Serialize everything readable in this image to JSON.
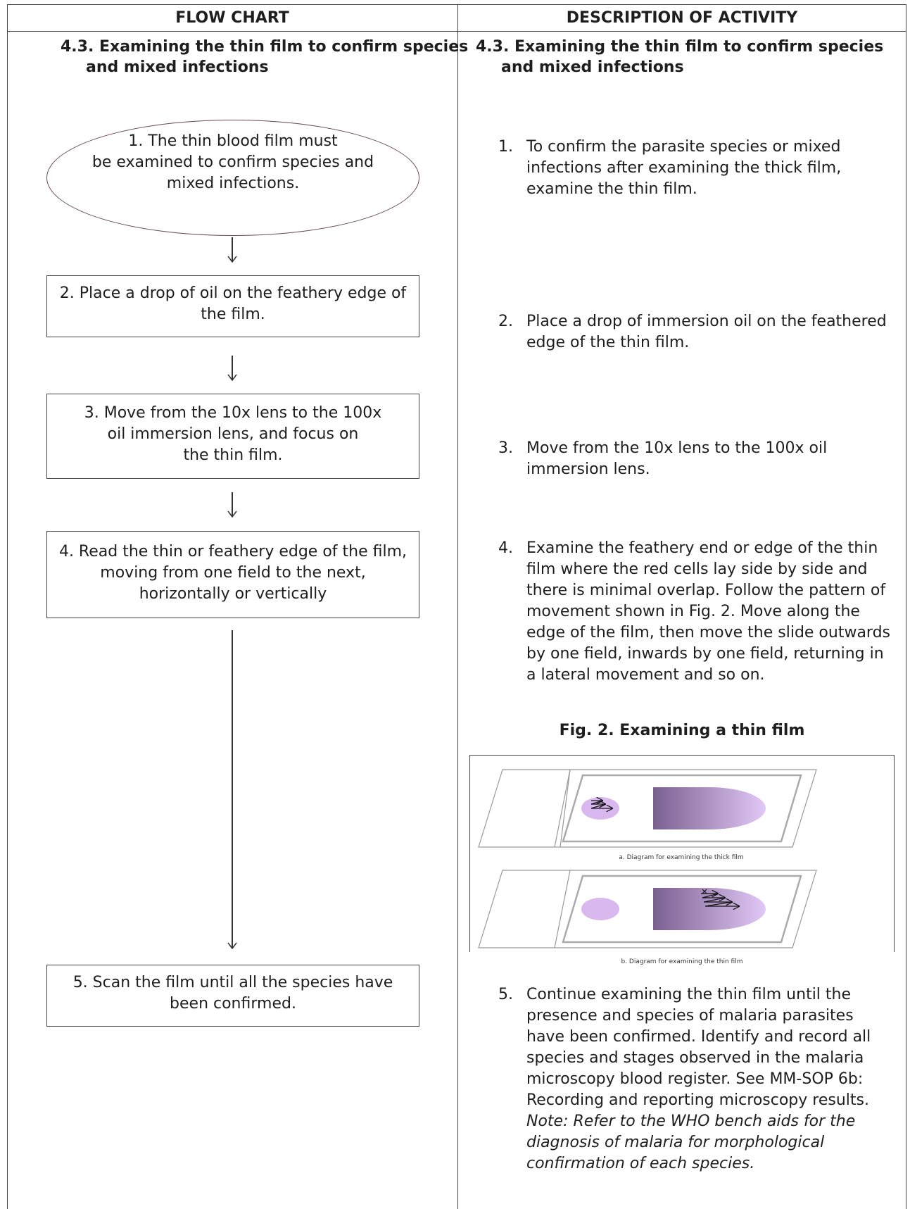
{
  "header": {
    "left_title": "FLOW CHART",
    "right_title": "DESCRIPTION OF ACTIVITY"
  },
  "left_section": {
    "title_line1": "4.3. Examining the thin film to confirm species",
    "title_line2": "and mixed infections"
  },
  "right_section": {
    "title_line1": "4.3. Examining the thin film to confirm species",
    "title_line2": "and mixed infections"
  },
  "flow": {
    "step1": [
      "1. The thin blood film must",
      "be examined to confirm species and",
      "mixed infections."
    ],
    "step2": "2. Place a drop of oil on the feathery edge of the film.",
    "step3": [
      "3. Move from the 10x lens to the 100x",
      "oil immersion lens, and focus on",
      "the thin film."
    ],
    "step4": "4. Read the thin or feathery edge of the film, moving from one field to the next, horizontally or vertically",
    "step5": "5. Scan the film until all the species have been confirmed."
  },
  "description": {
    "steps": [
      {
        "num": "1.",
        "text": "To confirm the parasite species or mixed infections after examining the thick film, examine the thin film."
      },
      {
        "num": "2.",
        "text": "Place a drop of immersion oil on the feathered edge of the thin film."
      },
      {
        "num": "3.",
        "text": "Move from the 10x lens to the 100x oil immersion lens."
      },
      {
        "num": "4.",
        "text": "Examine the feathery end or edge of the thin film where the red cells lay side by side and there is minimal overlap. Follow the pattern of movement shown in Fig. 2. Move along the edge of the film, then move the slide outwards by one field, inwards by one field, returning in a lateral movement and so on."
      },
      {
        "num": "5.",
        "text": "Continue examining the thin film until the presence and species of malaria parasites have been confirmed. Identify and record all species and stages observed in the malaria microscopy blood register. See MM-SOP 6b: Recording and reporting microscopy results.",
        "note": "Note: Refer to the WHO bench aids for the diagnosis of malaria for morphological confirmation of each species."
      }
    ]
  },
  "figure": {
    "caption": "Fig. 2. Examining a thin film",
    "label_a": "a. Diagram for examining the thick film",
    "label_b": "b. Diagram for examining the thin film",
    "colors": {
      "light_purple": "#d9b8f0",
      "dark_purple": "#7a6090",
      "border": "#777777"
    }
  }
}
